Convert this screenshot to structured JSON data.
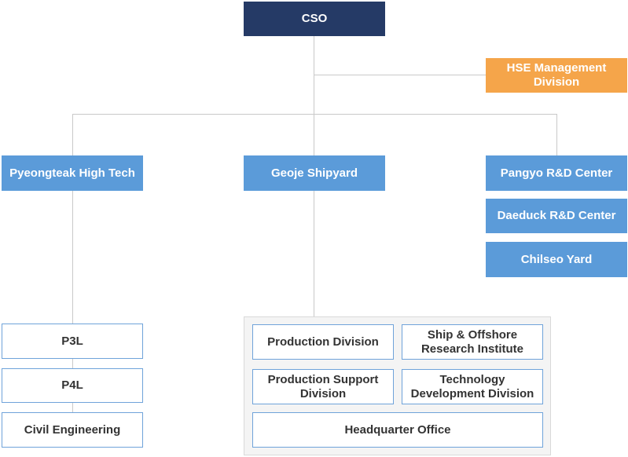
{
  "nodes": {
    "cso": "CSO",
    "hse": "HSE Management\nDivision",
    "pyeongteak": "Pyeongteak High Tech",
    "geoje": "Geoje Shipyard",
    "pangyo": "Pangyo R&D Center",
    "daeduck": "Daeduck R&D Center",
    "chilseo": "Chilseo Yard",
    "p3l": "P3L",
    "p4l": "P4L",
    "civil": "Civil Engineering",
    "production": "Production Division",
    "ship_offshore": "Ship & Offshore\nResearch Institute",
    "production_support": "Production Support\nDivision",
    "technology": "Technology\nDevelopment Division",
    "hq": "Headquarter Office"
  },
  "colors": {
    "cso": "#253a66",
    "hse": "#f5a54a",
    "site": "#5b9bd9",
    "outline": "#6fa3da",
    "connector": "#c9c9c9"
  }
}
